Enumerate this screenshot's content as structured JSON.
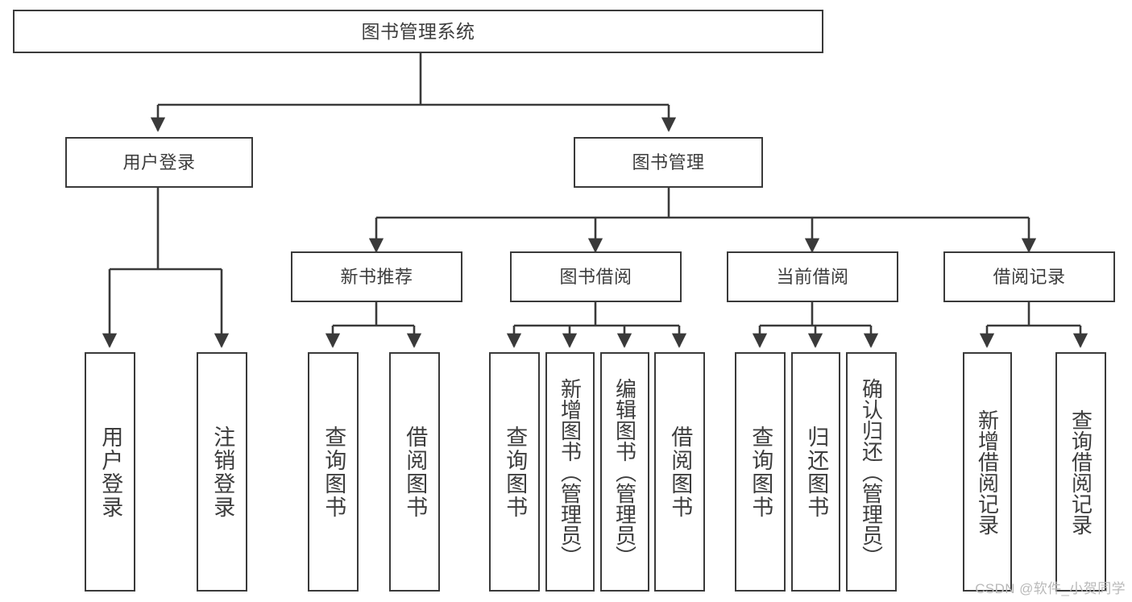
{
  "diagram": {
    "title": "图书管理系统",
    "type": "hierarchy-tree",
    "colors": {
      "background": "#ffffff",
      "box_border": "#3a3a3a",
      "box_fill": "#ffffff",
      "text": "#3d3d3d",
      "connector": "#3a3a3a",
      "watermark": "#b9b9b9"
    },
    "nodes": {
      "root": {
        "label": "图书管理系统"
      },
      "tier2": [
        {
          "label": "用户登录"
        },
        {
          "label": "图书管理"
        }
      ],
      "tier3": [
        {
          "label": "新书推荐"
        },
        {
          "label": "图书借阅"
        },
        {
          "label": "当前借阅"
        },
        {
          "label": "借阅记录"
        }
      ],
      "leaves": {
        "user_login": [
          {
            "label": "用户登录"
          },
          {
            "label": "注销登录"
          }
        ],
        "new_book_recommend": [
          {
            "label": "查询图书"
          },
          {
            "label": "借阅图书"
          }
        ],
        "book_borrow": [
          {
            "label": "查询图书"
          },
          {
            "label": "新增图书（管理员）"
          },
          {
            "label": "编辑图书（管理员）"
          },
          {
            "label": "借阅图书"
          }
        ],
        "current_borrow": [
          {
            "label": "查询图书"
          },
          {
            "label": "归还图书"
          },
          {
            "label": "确认归还（管理员）"
          }
        ],
        "borrow_record": [
          {
            "label": "新增借阅记录"
          },
          {
            "label": "查询借阅记录"
          }
        ]
      }
    },
    "watermark": "CSDN @软件_小贺同学"
  }
}
